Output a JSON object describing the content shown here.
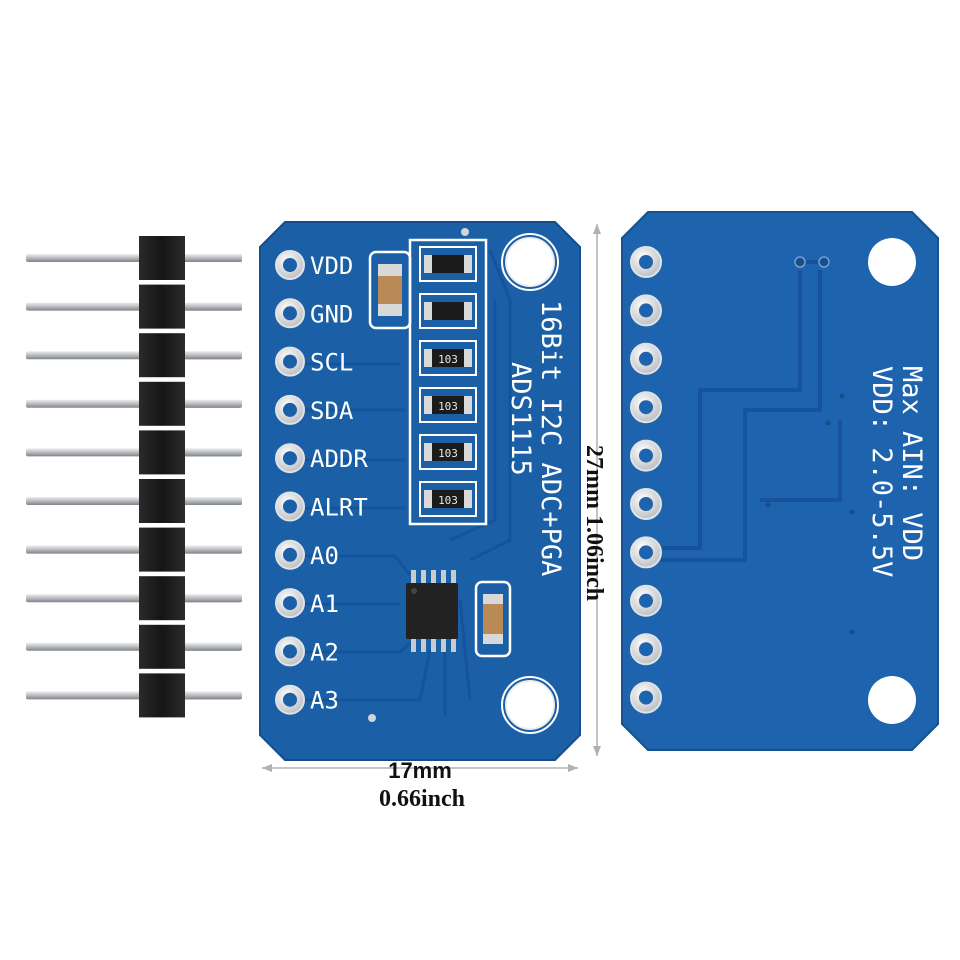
{
  "colors": {
    "pcb_front": "#1b5fa6",
    "pcb_back": "#1d63ae",
    "trace": "#1553a0",
    "silkscreen": "#ffffff",
    "pad": "#e4e6e8",
    "header_plastic": "#1a1a1a",
    "header_pin": "#c7c9cc"
  },
  "front": {
    "pin_labels": [
      "VDD",
      "GND",
      "SCL",
      "SDA",
      "ADDR",
      "ALRT",
      "A0",
      "A1",
      "A2",
      "A3"
    ],
    "title_line1": "16Bit I2C ADC+PGA",
    "title_line2": "ADS1115",
    "resistor_codes": [
      "103",
      "103",
      "103",
      "103"
    ]
  },
  "back": {
    "line1": "Max AIN: VDD",
    "line2": "VDD: 2.0-5.5V"
  },
  "dimensions": {
    "width_mm": "17mm",
    "width_inch": "0.66inch",
    "height_label": "27mm 1.06inch"
  },
  "header": {
    "pin_count": 10
  }
}
